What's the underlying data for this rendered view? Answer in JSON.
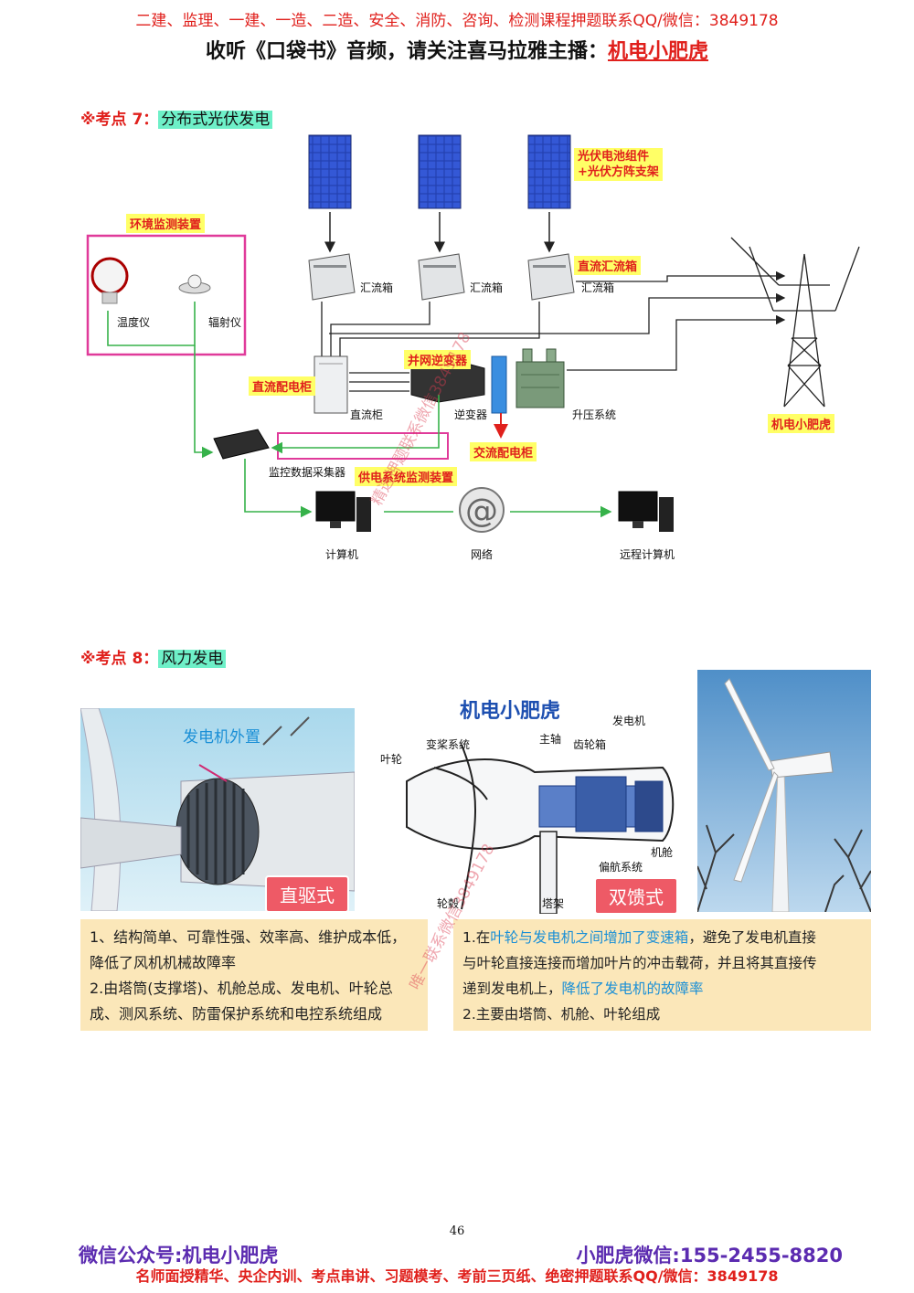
{
  "header": {
    "line1": "二建、监理、一建、一造、二造、安全、消防、咨询、检测课程押题联系QQ/微信：3849178",
    "line2_prefix": "收听《口袋书》音频，请关注喜马拉雅主播：",
    "line2_host": "机电小肥虎"
  },
  "section7": {
    "prefix": "※考点 7：",
    "topic": "分布式光伏发电",
    "diagram": {
      "tag_pv_line1": "光伏电池组件",
      "tag_pv_line2": "+光伏方阵支架",
      "tag_env": "环境监测装置",
      "thermometer": "温度仪",
      "radiometer": "辐射仪",
      "combiner1": "汇流箱",
      "combiner2": "汇流箱",
      "combiner3": "汇流箱",
      "tag_dc_combiner": "直流汇流箱",
      "tag_dc_cabinet": "直流配电柜",
      "dc_cabinet": "直流柜",
      "tag_inverter": "并网逆变器",
      "inverter": "逆变器",
      "boost": "升压系统",
      "tag_ac_cabinet": "交流配电柜",
      "monitor_collector": "监控数据采集器",
      "tag_monitor": "供电系统监测装置",
      "computer": "计算机",
      "network": "网络",
      "remote_computer": "远程计算机",
      "tower_caption": "机电小肥虎"
    }
  },
  "section8": {
    "prefix": "※考点 8：",
    "topic": "风力发电",
    "img1_caption": "发电机外置",
    "img1_badge": "直驱式",
    "img2_title": "机电小肥虎",
    "img2_labels": {
      "pitch": "变桨系统",
      "main_shaft": "主轴",
      "gearbox": "齿轮箱",
      "generator": "发电机",
      "impeller": "叶轮",
      "nacelle": "机舱",
      "yaw": "偏航系统",
      "hub": "轮毂",
      "tower": "塔架"
    },
    "img2_badge": "双馈式",
    "note_left": {
      "line1": "1、结构简单、可靠性强、效率高、维护成本低，",
      "line2": "降低了风机机械故障率",
      "line3": "2.由塔筒(支撑塔)、机舱总成、发电机、叶轮总",
      "line4": "成、测风系统、防雷保护系统和电控系统组成"
    },
    "note_right": {
      "l1_a": "1.在",
      "l1_b": "叶轮与发电机之间增加了变速箱",
      "l1_c": "，避免了发电机直接",
      "line2": "与叶轮直接连接而增加叶片的冲击载荷，并且将其直接传",
      "l3_a": "递到发电机上，",
      "l3_b": "降低了发电机的故障率",
      "line4": "2.主要由塔筒、机舱、叶轮组成"
    }
  },
  "watermarks": {
    "wm1": "精选押题联系微信3849178",
    "wm2": "唯一联系微信3849178"
  },
  "page_number": "46",
  "footer": {
    "left": "微信公众号:机电小肥虎",
    "right": "小肥虎微信:155-2455-8820",
    "line2": "名师面授精华、央企内训、考点串讲、习题模考、考前三页纸、绝密押题联系QQ/微信：3849178"
  },
  "colors": {
    "accent_red": "#e0201c",
    "topic_bg": "#6ef0c8",
    "tag_bg": "#ffff66",
    "note_bg": "#fbe7b9",
    "footer_purple": "#5b2bb0",
    "highlight_blue": "#1a8fd6"
  }
}
